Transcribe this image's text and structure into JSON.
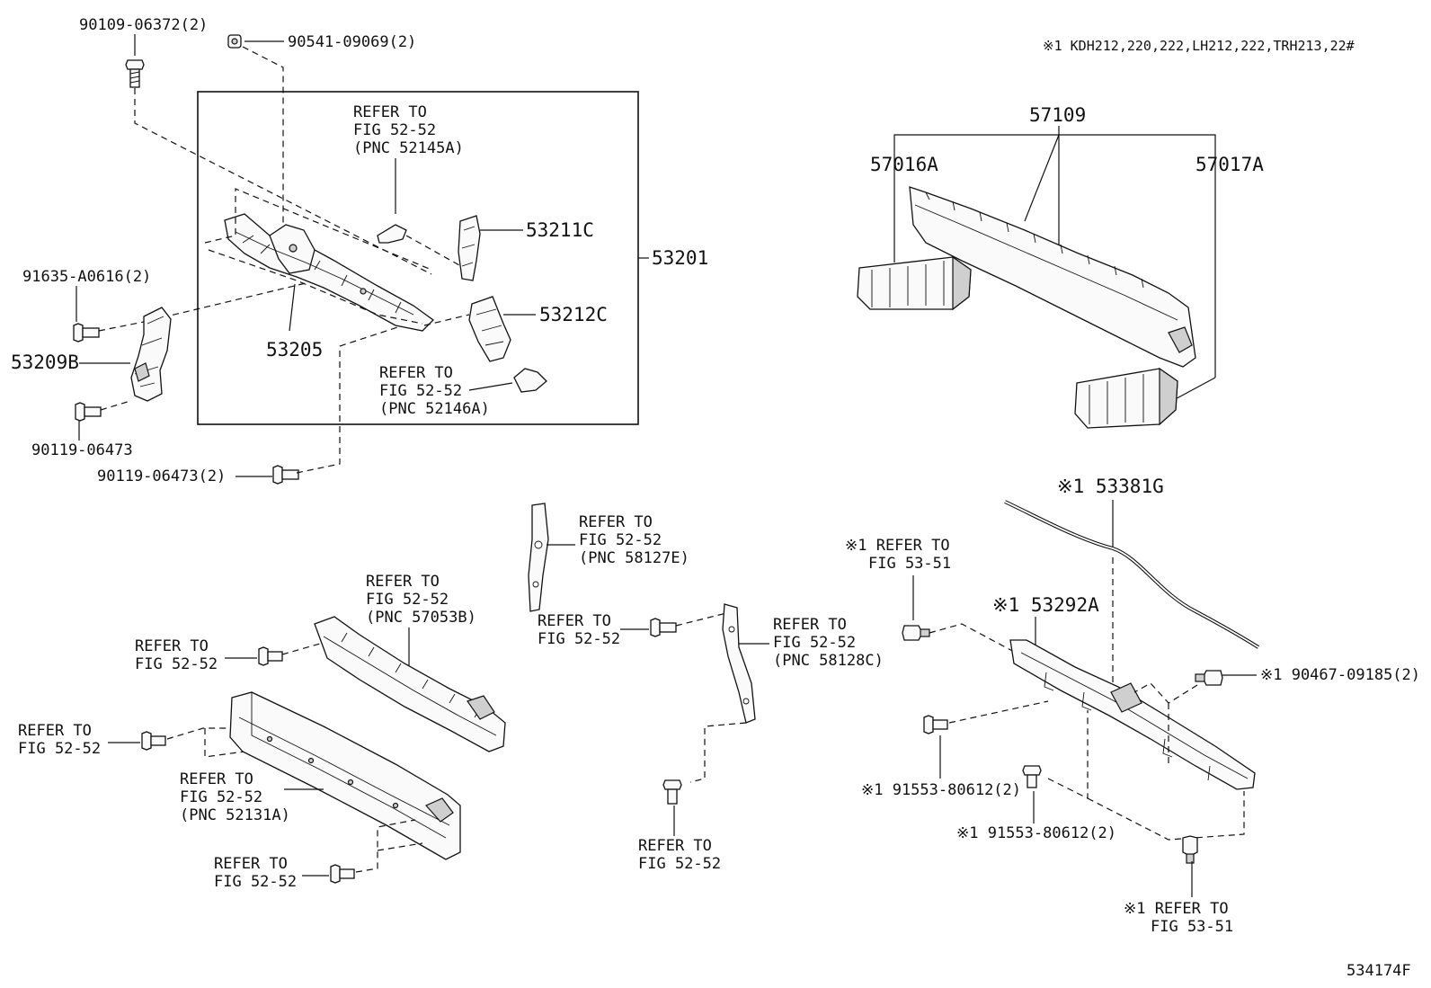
{
  "note": "※1  KDH212,220,222,LH212,222,TRH213,22#",
  "figure_id": "534174F",
  "labels": {
    "p90109": "90109-06372(2)",
    "p90541": "90541-09069(2)",
    "p91635": "91635-A0616(2)",
    "p53209B": "53209B",
    "p90119a": "90119-06473",
    "p90119b": "90119-06473(2)",
    "p53205": "53205",
    "p53201": "53201",
    "p53211C": "53211C",
    "p53212C": "53212C",
    "p57109": "57109",
    "p57016A": "57016A",
    "p57017A": "57017A",
    "p53381G": "※1 53381G",
    "p53292A": "※1 53292A",
    "p90467": "※1  90467-09185(2)",
    "p91553a": "※1 91553-80612(2)",
    "p91553b": "※1 91553-80612(2)"
  },
  "refer": {
    "r52145": [
      "REFER TO",
      "FIG 52-52",
      "(PNC 52145A)"
    ],
    "r52146": [
      "REFER TO",
      "FIG 52-52",
      "(PNC 52146A)"
    ],
    "r58127": [
      "REFER TO",
      "FIG 52-52",
      "(PNC 58127E)"
    ],
    "r57053": [
      "REFER TO",
      "FIG 52-52",
      "(PNC 57053B)"
    ],
    "r58128": [
      "REFER TO",
      "FIG 52-52",
      "(PNC 58128C)"
    ],
    "r52131": [
      "REFER TO",
      "FIG 52-52",
      "(PNC 52131A)"
    ],
    "rbolt_left_upper": [
      "REFER TO",
      "FIG 52-52"
    ],
    "rbolt_left_mid": [
      "REFER TO",
      "FIG 52-52"
    ],
    "rbolt_left_lower": [
      "REFER TO",
      "FIG 52-52"
    ],
    "rbolt_center": [
      "REFER TO",
      "FIG 52-52"
    ],
    "rbolt_center_bottom": [
      "REFER TO",
      "FIG 52-52"
    ],
    "r5351_top": [
      "※1 REFER TO",
      "FIG 53-51"
    ],
    "r5351_bottom": [
      "※1 REFER TO",
      "FIG 53-51"
    ]
  },
  "icons": [
    "bolt-icon",
    "grommet-icon",
    "clip-icon"
  ]
}
